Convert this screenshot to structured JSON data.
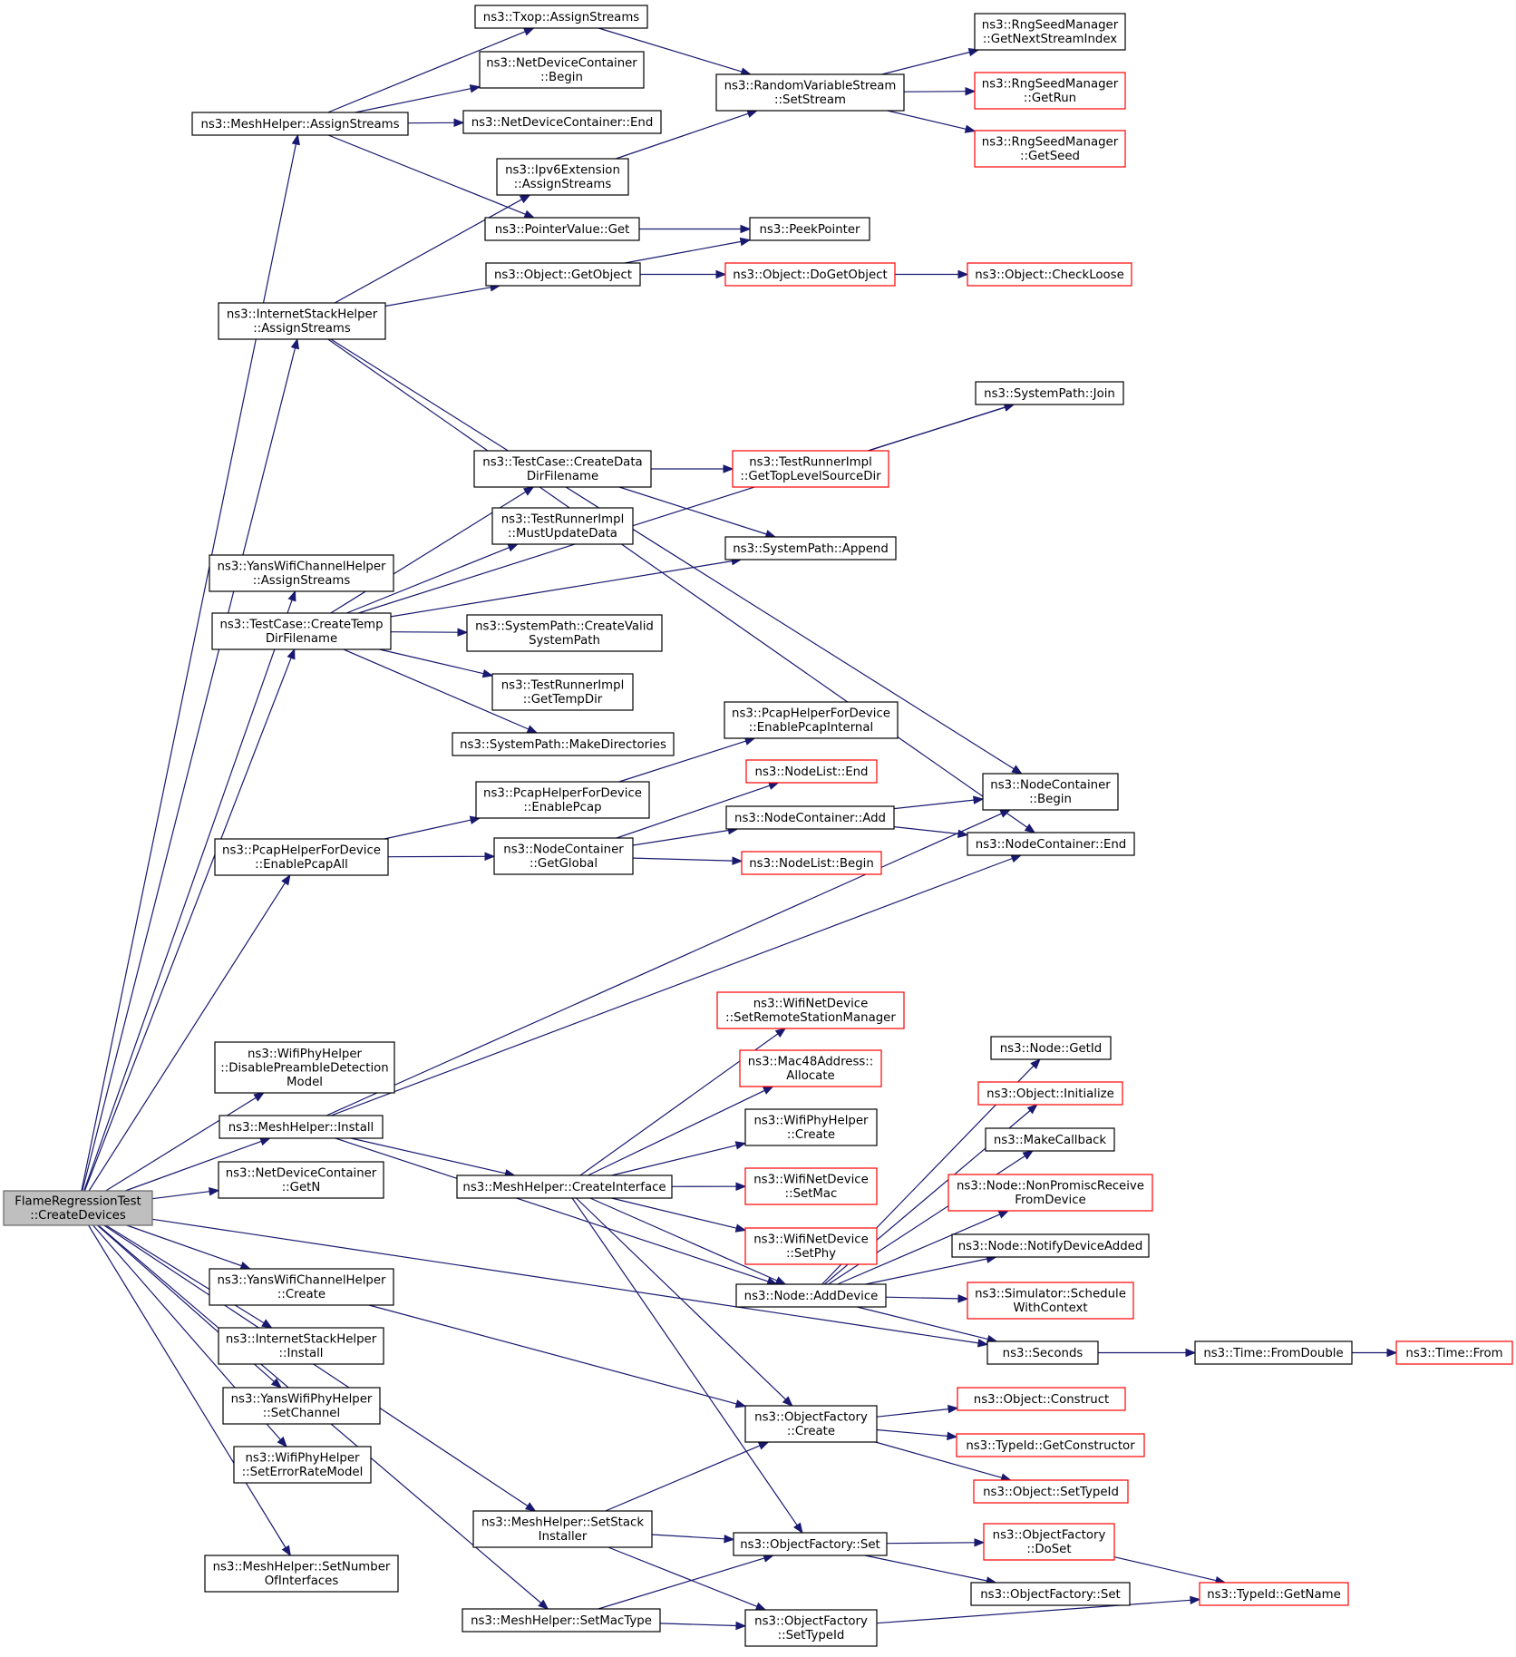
{
  "colors": {
    "edge": "#191970",
    "normal_border": "#000000",
    "red_border": "#ff0000",
    "root_fill": "#bfbfbf",
    "root_border": "#666666"
  },
  "nodes": [
    {
      "id": "root",
      "lines": [
        "FlameRegressionTest",
        "::CreateDevices"
      ],
      "style": "root"
    },
    {
      "id": "mh_assign",
      "lines": [
        "ns3::MeshHelper::AssignStreams"
      ],
      "style": "normal"
    },
    {
      "id": "ish_assign",
      "lines": [
        "ns3::InternetStackHelper",
        "::AssignStreams"
      ],
      "style": "normal"
    },
    {
      "id": "ywch_assign",
      "lines": [
        "ns3::YansWifiChannelHelper",
        "::AssignStreams"
      ],
      "style": "normal"
    },
    {
      "id": "tc_temp",
      "lines": [
        "ns3::TestCase::CreateTemp",
        "DirFilename"
      ],
      "style": "normal"
    },
    {
      "id": "phfd_all",
      "lines": [
        "ns3::PcapHelperForDevice",
        "::EnablePcapAll"
      ],
      "style": "normal"
    },
    {
      "id": "wph_dpd",
      "lines": [
        "ns3::WifiPhyHelper",
        "::DisablePreambleDetection",
        "Model"
      ],
      "style": "normal"
    },
    {
      "id": "mh_install",
      "lines": [
        "ns3::MeshHelper::Install"
      ],
      "style": "normal"
    },
    {
      "id": "ndc_getn",
      "lines": [
        "ns3::NetDeviceContainer",
        "::GetN"
      ],
      "style": "normal"
    },
    {
      "id": "ywch_create",
      "lines": [
        "ns3::YansWifiChannelHelper",
        "::Create"
      ],
      "style": "normal"
    },
    {
      "id": "ish_install",
      "lines": [
        "ns3::InternetStackHelper",
        "::Install"
      ],
      "style": "normal"
    },
    {
      "id": "ywph_setch",
      "lines": [
        "ns3::YansWifiPhyHelper",
        "::SetChannel"
      ],
      "style": "normal"
    },
    {
      "id": "wph_serm",
      "lines": [
        "ns3::WifiPhyHelper",
        "::SetErrorRateModel"
      ],
      "style": "normal"
    },
    {
      "id": "mh_setnum",
      "lines": [
        "ns3::MeshHelper::SetNumber",
        "OfInterfaces"
      ],
      "style": "normal"
    },
    {
      "id": "mh_setmac",
      "lines": [
        "ns3::MeshHelper::SetMacType"
      ],
      "style": "normal"
    },
    {
      "id": "mh_setstack",
      "lines": [
        "ns3::MeshHelper::SetStack",
        "Installer"
      ],
      "style": "normal"
    },
    {
      "id": "txop_assign",
      "lines": [
        "ns3::Txop::AssignStreams"
      ],
      "style": "normal"
    },
    {
      "id": "ndc_begin",
      "lines": [
        "ns3::NetDeviceContainer",
        "::Begin"
      ],
      "style": "normal"
    },
    {
      "id": "ndc_end",
      "lines": [
        "ns3::NetDeviceContainer::End"
      ],
      "style": "normal"
    },
    {
      "id": "ipv6_assign",
      "lines": [
        "ns3::Ipv6Extension",
        "::AssignStreams"
      ],
      "style": "normal"
    },
    {
      "id": "pv_get",
      "lines": [
        "ns3::PointerValue::Get"
      ],
      "style": "normal"
    },
    {
      "id": "obj_getobj",
      "lines": [
        "ns3::Object::GetObject"
      ],
      "style": "normal"
    },
    {
      "id": "rvs_setstream",
      "lines": [
        "ns3::RandomVariableStream",
        "::SetStream"
      ],
      "style": "normal"
    },
    {
      "id": "peekptr",
      "lines": [
        "ns3::PeekPointer"
      ],
      "style": "normal"
    },
    {
      "id": "obj_dogetobj",
      "lines": [
        "ns3::Object::DoGetObject"
      ],
      "style": "red"
    },
    {
      "id": "rsm_gnsi",
      "lines": [
        "ns3::RngSeedManager",
        "::GetNextStreamIndex"
      ],
      "style": "normal"
    },
    {
      "id": "rsm_getrun",
      "lines": [
        "ns3::RngSeedManager",
        "::GetRun"
      ],
      "style": "red"
    },
    {
      "id": "rsm_getseed",
      "lines": [
        "ns3::RngSeedManager",
        "::GetSeed"
      ],
      "style": "red"
    },
    {
      "id": "obj_checkloose",
      "lines": [
        "ns3::Object::CheckLoose"
      ],
      "style": "red"
    },
    {
      "id": "sp_join",
      "lines": [
        "ns3::SystemPath::Join"
      ],
      "style": "normal"
    },
    {
      "id": "tc_cddf",
      "lines": [
        "ns3::TestCase::CreateData",
        "DirFilename"
      ],
      "style": "normal"
    },
    {
      "id": "tri_gtlsd",
      "lines": [
        "ns3::TestRunnerImpl",
        "::GetTopLevelSourceDir"
      ],
      "style": "red"
    },
    {
      "id": "tri_mud",
      "lines": [
        "ns3::TestRunnerImpl",
        "::MustUpdateData"
      ],
      "style": "normal"
    },
    {
      "id": "sp_append",
      "lines": [
        "ns3::SystemPath::Append"
      ],
      "style": "normal"
    },
    {
      "id": "sp_cvsp",
      "lines": [
        "ns3::SystemPath::CreateValid",
        "SystemPath"
      ],
      "style": "normal"
    },
    {
      "id": "tri_gtd",
      "lines": [
        "ns3::TestRunnerImpl",
        "::GetTempDir"
      ],
      "style": "normal"
    },
    {
      "id": "sp_mkdirs",
      "lines": [
        "ns3::SystemPath::MakeDirectories"
      ],
      "style": "normal"
    },
    {
      "id": "phfd_epi",
      "lines": [
        "ns3::PcapHelperForDevice",
        "::EnablePcapInternal"
      ],
      "style": "normal"
    },
    {
      "id": "phfd_ep",
      "lines": [
        "ns3::PcapHelperForDevice",
        "::EnablePcap"
      ],
      "style": "normal"
    },
    {
      "id": "nl_end",
      "lines": [
        "ns3::NodeList::End"
      ],
      "style": "red"
    },
    {
      "id": "nc_add",
      "lines": [
        "ns3::NodeContainer::Add"
      ],
      "style": "normal"
    },
    {
      "id": "nc_global",
      "lines": [
        "ns3::NodeContainer",
        "::GetGlobal"
      ],
      "style": "normal"
    },
    {
      "id": "nl_begin",
      "lines": [
        "ns3::NodeList::Begin"
      ],
      "style": "red"
    },
    {
      "id": "nc_begin",
      "lines": [
        "ns3::NodeContainer",
        "::Begin"
      ],
      "style": "normal"
    },
    {
      "id": "nc_end",
      "lines": [
        "ns3::NodeContainer::End"
      ],
      "style": "normal"
    },
    {
      "id": "wnd_srsm",
      "lines": [
        "ns3::WifiNetDevice",
        "::SetRemoteStationManager"
      ],
      "style": "red"
    },
    {
      "id": "mac48_alloc",
      "lines": [
        "ns3::Mac48Address::",
        "Allocate"
      ],
      "style": "red"
    },
    {
      "id": "wph_create",
      "lines": [
        "ns3::WifiPhyHelper",
        "::Create"
      ],
      "style": "normal"
    },
    {
      "id": "wnd_setmac",
      "lines": [
        "ns3::WifiNetDevice",
        "::SetMac"
      ],
      "style": "red"
    },
    {
      "id": "wnd_setphy",
      "lines": [
        "ns3::WifiNetDevice",
        "::SetPhy"
      ],
      "style": "red"
    },
    {
      "id": "mh_ci",
      "lines": [
        "ns3::MeshHelper::CreateInterface"
      ],
      "style": "normal"
    },
    {
      "id": "node_adddev",
      "lines": [
        "ns3::Node::AddDevice"
      ],
      "style": "normal"
    },
    {
      "id": "node_getid",
      "lines": [
        "ns3::Node::GetId"
      ],
      "style": "normal"
    },
    {
      "id": "obj_init",
      "lines": [
        "ns3::Object::Initialize"
      ],
      "style": "red"
    },
    {
      "id": "makecb",
      "lines": [
        "ns3::MakeCallback"
      ],
      "style": "normal"
    },
    {
      "id": "node_npr",
      "lines": [
        "ns3::Node::NonPromiscReceive",
        "FromDevice"
      ],
      "style": "red"
    },
    {
      "id": "node_nda",
      "lines": [
        "ns3::Node::NotifyDeviceAdded"
      ],
      "style": "normal"
    },
    {
      "id": "sim_swc",
      "lines": [
        "ns3::Simulator::Schedule",
        "WithContext"
      ],
      "style": "red"
    },
    {
      "id": "seconds",
      "lines": [
        "ns3::Seconds"
      ],
      "style": "normal"
    },
    {
      "id": "time_fd",
      "lines": [
        "ns3::Time::FromDouble"
      ],
      "style": "normal"
    },
    {
      "id": "time_from",
      "lines": [
        "ns3::Time::From"
      ],
      "style": "red"
    },
    {
      "id": "of_create",
      "lines": [
        "ns3::ObjectFactory",
        "::Create"
      ],
      "style": "normal"
    },
    {
      "id": "obj_construct",
      "lines": [
        "ns3::Object::Construct"
      ],
      "style": "red"
    },
    {
      "id": "tid_getctor",
      "lines": [
        "ns3::TypeId::GetConstructor"
      ],
      "style": "red"
    },
    {
      "id": "obj_settid",
      "lines": [
        "ns3::Object::SetTypeId"
      ],
      "style": "red"
    },
    {
      "id": "of_set",
      "lines": [
        "ns3::ObjectFactory::Set"
      ],
      "style": "normal"
    },
    {
      "id": "of_doset",
      "lines": [
        "ns3::ObjectFactory",
        "::DoSet"
      ],
      "style": "red"
    },
    {
      "id": "of_set2",
      "lines": [
        "ns3::ObjectFactory::Set"
      ],
      "style": "normal"
    },
    {
      "id": "tid_getname",
      "lines": [
        "ns3::TypeId::GetName"
      ],
      "style": "red"
    },
    {
      "id": "of_settid",
      "lines": [
        "ns3::ObjectFactory",
        "::SetTypeId"
      ],
      "style": "normal"
    }
  ],
  "edges": [
    {
      "from": "root",
      "to": "mh_assign"
    },
    {
      "from": "root",
      "to": "ish_assign"
    },
    {
      "from": "root",
      "to": "ywch_assign"
    },
    {
      "from": "root",
      "to": "tc_temp"
    },
    {
      "from": "root",
      "to": "phfd_all"
    },
    {
      "from": "root",
      "to": "wph_dpd"
    },
    {
      "from": "root",
      "to": "mh_install"
    },
    {
      "from": "root",
      "to": "ndc_getn"
    },
    {
      "from": "root",
      "to": "seconds"
    },
    {
      "from": "root",
      "to": "ywch_create"
    },
    {
      "from": "root",
      "to": "ish_install"
    },
    {
      "from": "root",
      "to": "ywph_setch"
    },
    {
      "from": "root",
      "to": "wph_serm"
    },
    {
      "from": "root",
      "to": "mh_setstack"
    },
    {
      "from": "root",
      "to": "mh_setnum"
    },
    {
      "from": "root",
      "to": "mh_setmac"
    },
    {
      "from": "mh_assign",
      "to": "txop_assign"
    },
    {
      "from": "mh_assign",
      "to": "ndc_begin"
    },
    {
      "from": "mh_assign",
      "to": "ndc_end"
    },
    {
      "from": "mh_assign",
      "to": "pv_get"
    },
    {
      "from": "txop_assign",
      "to": "rvs_setstream"
    },
    {
      "from": "ipv6_assign",
      "to": "rvs_setstream"
    },
    {
      "from": "rvs_setstream",
      "to": "rsm_gnsi"
    },
    {
      "from": "rvs_setstream",
      "to": "rsm_getrun"
    },
    {
      "from": "rvs_setstream",
      "to": "rsm_getseed"
    },
    {
      "from": "pv_get",
      "to": "peekptr"
    },
    {
      "from": "obj_getobj",
      "to": "peekptr"
    },
    {
      "from": "obj_getobj",
      "to": "obj_dogetobj"
    },
    {
      "from": "obj_dogetobj",
      "to": "obj_checkloose"
    },
    {
      "from": "ish_assign",
      "to": "ipv6_assign"
    },
    {
      "from": "ish_assign",
      "to": "obj_getobj"
    },
    {
      "from": "ish_assign",
      "to": "nc_begin"
    },
    {
      "from": "ish_assign",
      "to": "nc_end"
    },
    {
      "from": "tc_temp",
      "to": "sp_join"
    },
    {
      "from": "tc_temp",
      "to": "tc_cddf"
    },
    {
      "from": "tc_temp",
      "to": "tri_mud"
    },
    {
      "from": "tc_temp",
      "to": "sp_append"
    },
    {
      "from": "tc_temp",
      "to": "sp_cvsp"
    },
    {
      "from": "tc_temp",
      "to": "tri_gtd"
    },
    {
      "from": "tc_temp",
      "to": "sp_mkdirs"
    },
    {
      "from": "tc_cddf",
      "to": "tri_gtlsd"
    },
    {
      "from": "tc_cddf",
      "to": "sp_append"
    },
    {
      "from": "tri_gtlsd",
      "to": "sp_join"
    },
    {
      "from": "phfd_all",
      "to": "phfd_ep"
    },
    {
      "from": "phfd_all",
      "to": "nc_global"
    },
    {
      "from": "phfd_ep",
      "to": "phfd_epi"
    },
    {
      "from": "nc_global",
      "to": "nl_end"
    },
    {
      "from": "nc_global",
      "to": "nc_add"
    },
    {
      "from": "nc_global",
      "to": "nl_begin"
    },
    {
      "from": "nc_add",
      "to": "nc_begin"
    },
    {
      "from": "nc_add",
      "to": "nc_end"
    },
    {
      "from": "mh_install",
      "to": "nc_begin"
    },
    {
      "from": "mh_install",
      "to": "nc_end"
    },
    {
      "from": "mh_install",
      "to": "mh_ci"
    },
    {
      "from": "mh_install",
      "to": "node_adddev"
    },
    {
      "from": "mh_ci",
      "to": "wnd_srsm"
    },
    {
      "from": "mh_ci",
      "to": "mac48_alloc"
    },
    {
      "from": "mh_ci",
      "to": "wph_create"
    },
    {
      "from": "mh_ci",
      "to": "wnd_setmac"
    },
    {
      "from": "mh_ci",
      "to": "wnd_setphy"
    },
    {
      "from": "mh_ci",
      "to": "node_adddev"
    },
    {
      "from": "mh_ci",
      "to": "of_create"
    },
    {
      "from": "mh_ci",
      "to": "of_set"
    },
    {
      "from": "node_adddev",
      "to": "node_getid"
    },
    {
      "from": "node_adddev",
      "to": "obj_init"
    },
    {
      "from": "node_adddev",
      "to": "makecb"
    },
    {
      "from": "node_adddev",
      "to": "node_npr"
    },
    {
      "from": "node_adddev",
      "to": "node_nda"
    },
    {
      "from": "node_adddev",
      "to": "sim_swc"
    },
    {
      "from": "node_adddev",
      "to": "seconds"
    },
    {
      "from": "seconds",
      "to": "time_fd"
    },
    {
      "from": "time_fd",
      "to": "time_from"
    },
    {
      "from": "ywch_create",
      "to": "of_create"
    },
    {
      "from": "of_create",
      "to": "obj_construct"
    },
    {
      "from": "of_create",
      "to": "tid_getctor"
    },
    {
      "from": "of_create",
      "to": "obj_settid"
    },
    {
      "from": "mh_setstack",
      "to": "of_create"
    },
    {
      "from": "mh_setstack",
      "to": "of_set"
    },
    {
      "from": "mh_setstack",
      "to": "of_settid"
    },
    {
      "from": "mh_setmac",
      "to": "of_set"
    },
    {
      "from": "mh_setmac",
      "to": "of_settid"
    },
    {
      "from": "of_set",
      "to": "of_doset"
    },
    {
      "from": "of_set",
      "to": "of_set2"
    },
    {
      "from": "of_doset",
      "to": "tid_getname"
    },
    {
      "from": "of_settid",
      "to": "tid_getname"
    }
  ]
}
